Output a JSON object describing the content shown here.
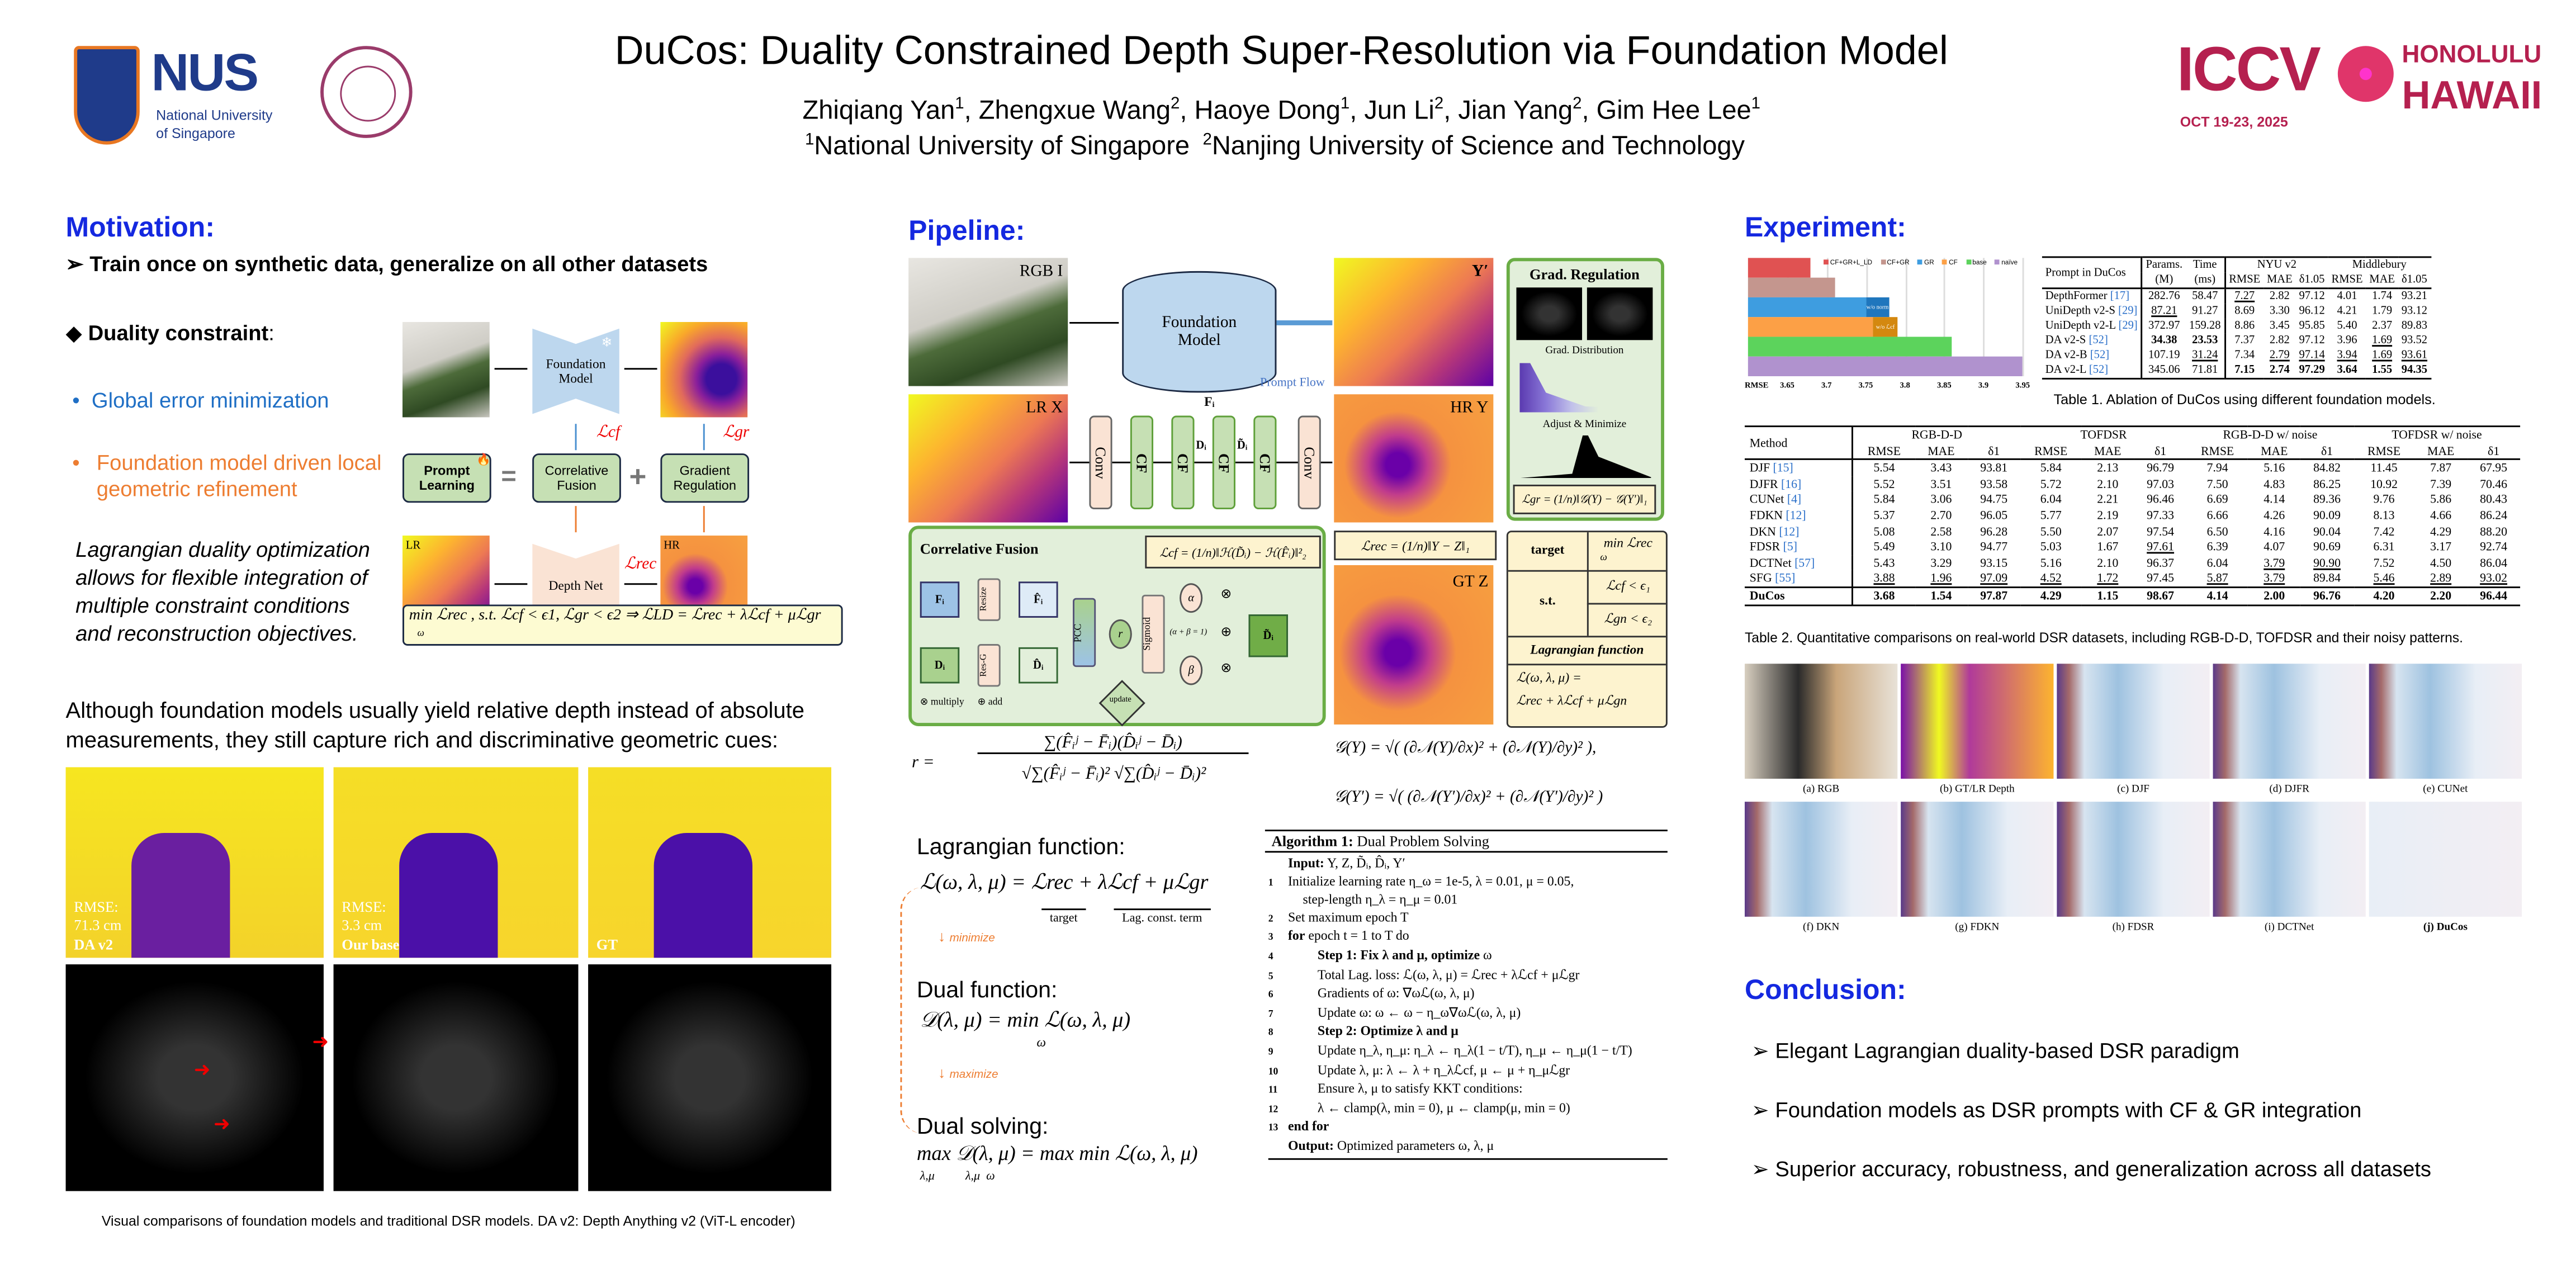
{
  "header": {
    "title": "DuCos: Duality Constrained Depth Super-Resolution via Foundation Model",
    "authors": [
      {
        "name": "Zhiqiang Yan",
        "aff": "1"
      },
      {
        "name": "Zhengxue Wang",
        "aff": "2"
      },
      {
        "name": "Haoye Dong",
        "aff": "1"
      },
      {
        "name": "Jun Li",
        "aff": "2"
      },
      {
        "name": "Jian Yang",
        "aff": "2"
      },
      {
        "name": "Gim Hee Lee",
        "aff": "1"
      }
    ],
    "affiliations": [
      {
        "num": "1",
        "name": "National University of Singapore"
      },
      {
        "num": "2",
        "name": "Nanjing University of Science and Technology"
      }
    ],
    "nus_logo": {
      "abbr": "NUS",
      "line1": "National University",
      "line2": "of Singapore"
    },
    "iccv_logo": {
      "name": "ICCV",
      "dates": "OCT 19-23, 2025",
      "city1": "HONOLULU",
      "city2": "HAWAII"
    },
    "colors": {
      "accent": "#1428e0",
      "orange": "#ed7d31",
      "iccv": "#b5204f"
    }
  },
  "motivation": {
    "heading": "Motivation:",
    "point1": "Train once on synthetic data, generalize on all other datasets",
    "duality_heading": "Duality constraint",
    "duality_colon": ":",
    "bullet_global": "Global error minimization",
    "bullet_local": "Foundation model driven local geometric refinement",
    "lagrangian_text": "Lagrangian duality optimization allows for flexible integration of multiple constraint conditions and reconstruction objectives.",
    "diagram": {
      "foundation_model": "Foundation Model",
      "depth_net": "Depth Net",
      "prompt_learning": "Prompt Learning",
      "correlative_fusion": "Correlative Fusion",
      "gradient_regulation": "Gradient Regulation",
      "equals": "=",
      "plus": "+",
      "l_cf": "ℒcf",
      "l_gr": "ℒgr",
      "l_rec": "ℒrec",
      "lr": "LR",
      "hr": "HR",
      "objective": "min ℒrec , s.t. ℒcf < ϵ1, ℒgr < ϵ2 ⇒ ℒLD = ℒrec + λℒcf + μℒgr",
      "objective_sub": "ω"
    },
    "observation": "Although foundation models usually yield relative depth instead of absolute measurements, they still capture rich and discriminative geometric cues:",
    "comparison": [
      {
        "rmse_label": "RMSE:",
        "rmse_value": "71.3 cm",
        "name": "DA v2"
      },
      {
        "rmse_label": "RMSE:",
        "rmse_value": "3.3 cm",
        "name": "Our base"
      },
      {
        "rmse_label": "",
        "rmse_value": "",
        "name": "GT"
      }
    ],
    "caption": "Visual comparisons of foundation models and traditional DSR models. DA v2: Depth Anything v2 (ViT-L encoder)"
  },
  "pipeline": {
    "heading": "Pipeline:",
    "rgb": "RGB  I",
    "lr": "LR  X",
    "hr": "HR  Y",
    "yprime": "Y′",
    "gt": "GT  Z",
    "foundation_model": "Foundation Model",
    "prompt_flow": "Prompt Flow",
    "conv": "Conv",
    "cf": "CF",
    "fi": "Fᵢ",
    "di": "Dᵢ",
    "di_tilde": "D̃ᵢ",
    "grad_regulation": "Grad. Regulation",
    "grad_distribution": "Grad. Distribution",
    "adjust_minimize": "Adjust & Minimize",
    "l_gr_formula": "ℒgr = (1/n)‖𝒢(Y) − 𝒢(Y′)‖₁",
    "correlative_fusion": "Correlative Fusion",
    "l_cf_formula": "ℒcf = (1/n)‖ℋ(D̃ᵢ) − ℋ(F̂ᵢ)‖²₂",
    "resize": "Resize",
    "res_g": "Res-G",
    "pcc": "PCC",
    "sigmoid": "Sigmoid",
    "r": "r",
    "alpha": "α",
    "beta": "β",
    "alpha_beta": "(α + β = 1)",
    "fi_hat": "F̂ᵢ",
    "di_hat": "D̂ᵢ",
    "update": "update",
    "multiply": "⊗ multiply",
    "add": "⊕ add",
    "l_rec_formula": "ℒrec = (1/n)‖Y − Z‖₁",
    "target_label": "target",
    "target_value": "min ℒrec",
    "target_sub": "ω",
    "st_label": "s.t.",
    "st1": "ℒcf < ϵ₁",
    "st2": "ℒgn < ϵ₂",
    "lagrangian_label": "Lagrangian function",
    "lagrangian_value1": "ℒ(ω, λ, μ) =",
    "lagrangian_value2": "ℒrec + λℒcf + μℒgn"
  },
  "formulas": {
    "r_lhs": "r =",
    "r_num": "∑(F̂ᵢʲ − F̄ᵢ)(D̂ᵢʲ − D̄ᵢ)",
    "r_den": "√∑(F̂ᵢʲ − F̄ᵢ)² √∑(D̂ᵢʲ − D̄ᵢ)²",
    "g_y": "𝒢(Y) = √( (∂𝒩(Y)/∂x)² + (∂𝒩(Y)/∂y)² ),",
    "g_yp": "𝒢(Y′) = √( (∂𝒩(Y′)/∂x)² + (∂𝒩(Y′)/∂y)² )"
  },
  "lagrangian": {
    "func_heading": "Lagrangian function:",
    "func": "ℒ(ω, λ, μ) = ℒrec + λℒcf + μℒgr",
    "target": "target",
    "lag_term": "Lag. const. term",
    "minimize": "minimize",
    "dual_heading": "Dual function:",
    "dual": "𝒟(λ, μ) = min ℒ(ω, λ, μ)",
    "dual_sub": "ω",
    "maximize": "maximize",
    "solving_heading": "Dual solving:",
    "solving": "max 𝒟(λ, μ) = max min ℒ(ω, λ, μ)",
    "solving_sub": "λ,μ          λ,μ  ω"
  },
  "algorithm": {
    "title_bold": "Algorithm 1:",
    "title": "Dual Problem Solving",
    "lines": [
      {
        "n": "",
        "indent": 0,
        "bold": "Input:",
        "text": " Y, Z, D̃ᵢ, D̂ᵢ, Y′"
      },
      {
        "n": "1",
        "indent": 0,
        "bold": "",
        "text": "Initialize learning rate η_ω = 1e-5, λ = 0.01, μ = 0.05,"
      },
      {
        "n": "",
        "indent": 1,
        "bold": "",
        "text": "step-length η_λ = η_μ = 0.01"
      },
      {
        "n": "2",
        "indent": 0,
        "bold": "",
        "text": "Set maximum epoch T"
      },
      {
        "n": "3",
        "indent": 0,
        "bold": "for",
        "text": " epoch t = 1 to T do"
      },
      {
        "n": "4",
        "indent": 2,
        "bold": "Step 1: Fix λ and μ, optimize",
        "text": " ω"
      },
      {
        "n": "5",
        "indent": 2,
        "bold": "",
        "text": "Total Lag. loss: ℒ(ω, λ, μ) = ℒrec + λℒcf + μℒgr"
      },
      {
        "n": "6",
        "indent": 2,
        "bold": "",
        "text": "Gradients of ω: ∇ωℒ(ω, λ, μ)"
      },
      {
        "n": "7",
        "indent": 2,
        "bold": "",
        "text": "Update ω: ω ← ω − η_ω∇ωℒ(ω, λ, μ)"
      },
      {
        "n": "8",
        "indent": 2,
        "bold": "Step 2: Optimize λ and μ",
        "text": ""
      },
      {
        "n": "9",
        "indent": 2,
        "bold": "",
        "text": "Update η_λ, η_μ: η_λ ← η_λ(1 − t/T), η_μ ← η_μ(1 − t/T)"
      },
      {
        "n": "10",
        "indent": 2,
        "bold": "",
        "text": "Update λ, μ: λ ← λ + η_λℒcf, μ ← μ + η_μℒgr"
      },
      {
        "n": "11",
        "indent": 2,
        "bold": "",
        "text": "Ensure λ, μ to satisfy KKT conditions:"
      },
      {
        "n": "12",
        "indent": 2,
        "bold": "",
        "text": "λ ← clamp(λ, min = 0), μ ← clamp(μ, min = 0)"
      },
      {
        "n": "13",
        "indent": 0,
        "bold": "end for",
        "text": ""
      },
      {
        "n": "",
        "indent": 0,
        "bold": "Output:",
        "text": " Optimized parameters ω, λ, μ"
      }
    ]
  },
  "experiment": {
    "heading": "Experiment:",
    "table1": {
      "header_left": "Prompt in DuCos",
      "col_groups": [
        "Params.",
        "Time",
        "NYU v2",
        "Middlebury"
      ],
      "units": [
        "(M)",
        "(ms)"
      ],
      "metrics": [
        "RMSE",
        "MAE",
        "δ1.05",
        "RMSE",
        "MAE",
        "δ1.05"
      ],
      "rows": [
        {
          "name": "DepthFormer",
          "cite": "[17]",
          "values": [
            "282.76",
            "58.47",
            "7.27",
            "2.82",
            "97.12",
            "4.01",
            "1.74",
            "93.21"
          ],
          "bold": [],
          "underline": [
            2
          ]
        },
        {
          "name": "UniDepth v2-S",
          "cite": "[29]",
          "values": [
            "87.21",
            "91.27",
            "8.69",
            "3.30",
            "96.12",
            "4.21",
            "1.79",
            "93.12"
          ],
          "bold": [],
          "underline": [
            0
          ]
        },
        {
          "name": "UniDepth v2-L",
          "cite": "[29]",
          "values": [
            "372.97",
            "159.28",
            "8.86",
            "3.45",
            "95.85",
            "5.40",
            "2.37",
            "89.83"
          ],
          "bold": [],
          "underline": []
        },
        {
          "name": "DA v2-S",
          "cite": "[52]",
          "values": [
            "34.38",
            "23.53",
            "7.37",
            "2.82",
            "97.12",
            "3.96",
            "1.69",
            "93.52"
          ],
          "bold": [
            0,
            1
          ],
          "underline": [
            6
          ]
        },
        {
          "name": "DA v2-B",
          "cite": "[52]",
          "values": [
            "107.19",
            "31.24",
            "7.34",
            "2.79",
            "97.14",
            "3.94",
            "1.69",
            "93.61"
          ],
          "bold": [],
          "underline": [
            1,
            3,
            4,
            5,
            6,
            7
          ]
        },
        {
          "name": "DA v2-L",
          "cite": "[52]",
          "values": [
            "345.06",
            "71.81",
            "7.15",
            "2.74",
            "97.29",
            "3.64",
            "1.55",
            "94.35"
          ],
          "bold": [
            2,
            3,
            4,
            5,
            6,
            7
          ],
          "underline": []
        }
      ],
      "caption": "Table 1. Ablation of DuCos using different foundation models."
    },
    "table2": {
      "header_left": "Method",
      "groups": [
        "RGB-D-D",
        "TOFDSR",
        "RGB-D-D w/ noise",
        "TOFDSR w/ noise"
      ],
      "metrics": [
        "RMSE",
        "MAE",
        "δ1"
      ],
      "rows": [
        {
          "name": "DJF",
          "cite": "[15]",
          "values": [
            "5.54",
            "3.43",
            "93.81",
            "5.84",
            "2.13",
            "96.79",
            "7.94",
            "5.16",
            "84.82",
            "11.45",
            "7.87",
            "67.95"
          ],
          "bold": [],
          "underline": []
        },
        {
          "name": "DJFR",
          "cite": "[16]",
          "values": [
            "5.52",
            "3.51",
            "93.58",
            "5.72",
            "2.10",
            "97.03",
            "7.50",
            "4.83",
            "86.25",
            "10.92",
            "7.39",
            "70.46"
          ],
          "bold": [],
          "underline": []
        },
        {
          "name": "CUNet",
          "cite": "[4]",
          "values": [
            "5.84",
            "3.06",
            "94.75",
            "6.04",
            "2.21",
            "96.46",
            "6.69",
            "4.14",
            "89.36",
            "9.76",
            "5.86",
            "80.43"
          ],
          "bold": [],
          "underline": []
        },
        {
          "name": "FDKN",
          "cite": "[12]",
          "values": [
            "5.37",
            "2.70",
            "96.05",
            "5.77",
            "2.19",
            "97.33",
            "6.66",
            "4.26",
            "90.09",
            "8.13",
            "4.66",
            "86.24"
          ],
          "bold": [],
          "underline": []
        },
        {
          "name": "DKN",
          "cite": "[12]",
          "values": [
            "5.08",
            "2.58",
            "96.28",
            "5.50",
            "2.07",
            "97.54",
            "6.50",
            "4.16",
            "90.04",
            "7.42",
            "4.29",
            "88.20"
          ],
          "bold": [],
          "underline": []
        },
        {
          "name": "FDSR",
          "cite": "[5]",
          "values": [
            "5.49",
            "3.10",
            "94.77",
            "5.03",
            "1.67",
            "97.61",
            "6.39",
            "4.07",
            "90.69",
            "6.31",
            "3.17",
            "92.74"
          ],
          "bold": [],
          "underline": [
            5
          ]
        },
        {
          "name": "DCTNet",
          "cite": "[57]",
          "values": [
            "5.43",
            "3.29",
            "93.15",
            "5.16",
            "2.10",
            "96.37",
            "6.04",
            "3.79",
            "90.90",
            "7.52",
            "4.50",
            "86.04"
          ],
          "bold": [],
          "underline": [
            7,
            8
          ]
        },
        {
          "name": "SFG",
          "cite": "[55]",
          "values": [
            "3.88",
            "1.96",
            "97.09",
            "4.52",
            "1.72",
            "97.45",
            "5.87",
            "3.79",
            "89.84",
            "5.46",
            "2.89",
            "93.02"
          ],
          "bold": [],
          "underline": [
            0,
            1,
            2,
            3,
            4,
            6,
            7,
            9,
            10,
            11
          ]
        },
        {
          "name": "DuCos",
          "cite": "",
          "values": [
            "3.68",
            "1.54",
            "97.87",
            "4.29",
            "1.15",
            "98.67",
            "4.14",
            "2.00",
            "96.76",
            "4.20",
            "2.20",
            "96.44"
          ],
          "bold": [
            0,
            1,
            2,
            3,
            4,
            5,
            6,
            7,
            8,
            9,
            10,
            11
          ],
          "underline": [],
          "bold_name": true
        }
      ],
      "caption": "Table 2. Quantitative comparisons on real-world DSR datasets, including RGB-D-D, TOFDSR and their noisy patterns."
    },
    "visual_captions": [
      "(a) RGB",
      "(b) GT/LR Depth",
      "(c) DJF",
      "(d) DJFR",
      "(e) CUNet",
      "(f) DKN",
      "(g) FDKN",
      "(h) FDSR",
      "(i) DCTNet",
      "(j) DuCos"
    ]
  },
  "chart_data": {
    "type": "bar",
    "orientation": "horizontal",
    "categories": [
      "CF+GR+L_LD",
      "CF+GR",
      "GR",
      "CF",
      "base",
      "naïve"
    ],
    "values": [
      3.68,
      3.71,
      3.75,
      3.76,
      3.86,
      3.95
    ],
    "extensions": [
      null,
      null,
      {
        "label": "w/o  norm",
        "value": 3.78
      },
      {
        "label": "w/o  ℒcf",
        "value": 3.79
      },
      null,
      null
    ],
    "colors": [
      "#e05252",
      "#c4968e",
      "#3e9de0",
      "#fca046",
      "#5cd35c",
      "#b092ce"
    ],
    "extension_colors": [
      null,
      null,
      "#1f76bd",
      "#d4880f",
      null,
      null
    ],
    "xlabel": "RMSE",
    "xticks": [
      3.65,
      3.7,
      3.75,
      3.8,
      3.85,
      3.9,
      3.95
    ],
    "xtick_labels": [
      "3.65",
      "3.7",
      "3.75",
      "3.8",
      "3.85",
      "3.9",
      "3.95"
    ],
    "xlim": [
      3.6,
      3.96
    ],
    "legend": [
      "CF+GR+L_LD",
      "CF+GR",
      "GR",
      "CF",
      "base",
      "naïve"
    ],
    "legend_position": "top",
    "grid": true
  },
  "conclusion": {
    "heading": "Conclusion:",
    "items": [
      "Elegant Lagrangian duality-based DSR paradigm",
      "Foundation models as DSR prompts with CF & GR integration",
      "Superior accuracy, robustness, and generalization across all datasets"
    ]
  }
}
